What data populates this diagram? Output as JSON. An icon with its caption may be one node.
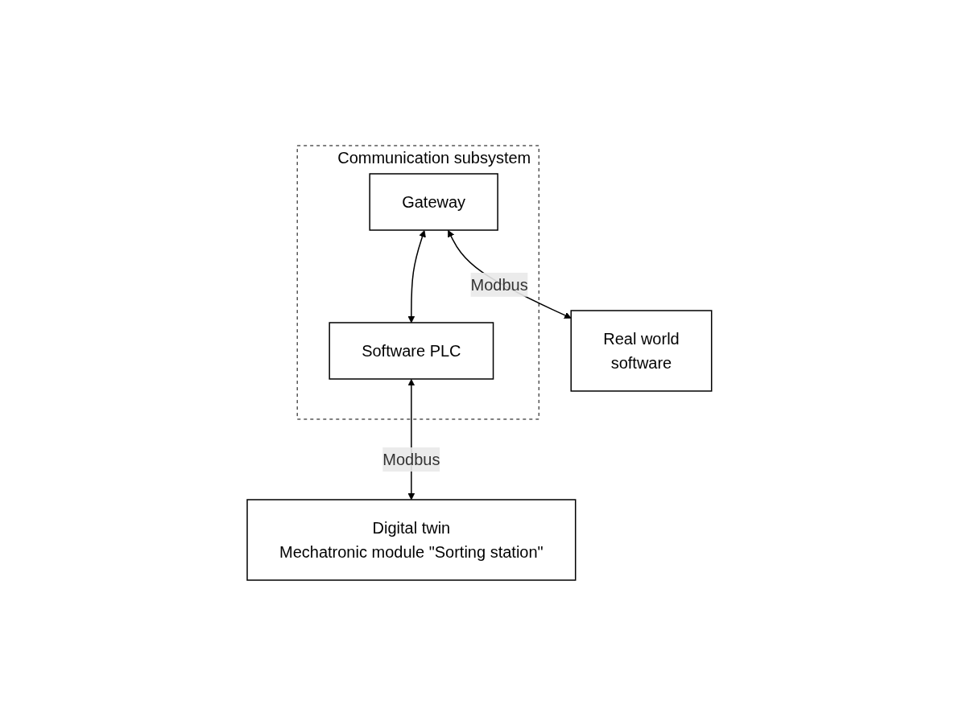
{
  "diagram": {
    "nodes": [
      {
        "text": [
          "Digital twin",
          "Mechatronic module \"Sorting station\""
        ]
      },
      {
        "text": [
          "Real world",
          "software"
        ]
      },
      {
        "text": [
          "Communication subsystem"
        ]
      },
      {
        "text": [
          "Gateway"
        ],
        "in": 2
      },
      {
        "text": [
          "Software PLC"
        ],
        "in": 2
      }
    ],
    "edges": [
      {
        "from": 4,
        "to": 0,
        "arrow": "both",
        "label": "Modbus"
      },
      {
        "from": 3,
        "to": 1,
        "arrow": "both",
        "label": "Modbus"
      },
      {
        "from": 3,
        "to": 4,
        "arrow": "both"
      }
    ]
  }
}
